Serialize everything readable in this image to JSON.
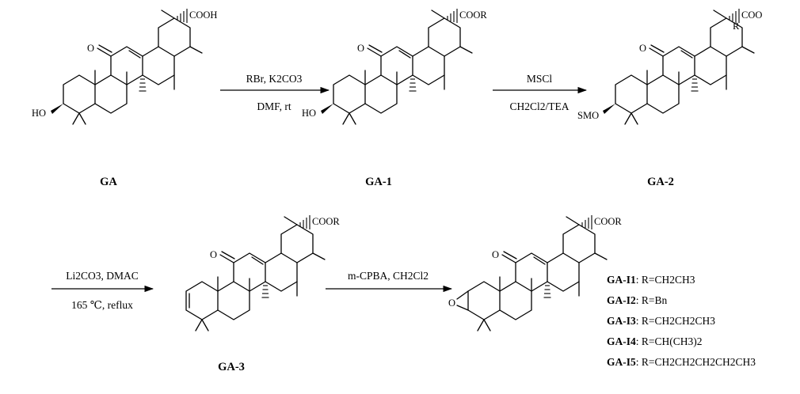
{
  "compounds": {
    "ga": {
      "label": "GA",
      "ester_group": "COOH",
      "substituent": "HO"
    },
    "ga1": {
      "label": "GA-1",
      "ester_group": "COOR",
      "substituent": "HO"
    },
    "ga2": {
      "label": "GA-2",
      "ester_group": "COO",
      "ester_r": "R",
      "substituent": "SMO"
    },
    "ga3": {
      "label": "GA-3",
      "ester_group": "COOR"
    },
    "gai": {
      "ester_group": "COOR",
      "substituent": "O"
    }
  },
  "steps": [
    {
      "reagents_top": "RBr, K2CO3",
      "conditions_bottom": "DMF, rt"
    },
    {
      "reagents_top": "MSCl",
      "conditions_bottom": "CH2Cl2/TEA"
    },
    {
      "reagents_top": "Li2CO3, DMAC",
      "conditions_bottom": "165 ℃, reflux"
    },
    {
      "reagents_top": "m-CPBA, CH2Cl2",
      "conditions_bottom": ""
    }
  ],
  "legend": [
    {
      "label": "GA-I1",
      "r_group": "R=CH2CH3"
    },
    {
      "label": "GA-I2",
      "r_group": "R=Bn"
    },
    {
      "label": "GA-I3",
      "r_group": "R=CH2CH2CH3"
    },
    {
      "label": "GA-I4",
      "r_group": "R=CH(CH3)2"
    },
    {
      "label": "GA-I5",
      "r_group": "R=CH2CH2CH2CH2CH3"
    }
  ],
  "atom_labels": {
    "carbonyl_oxygen": "O",
    "methyl_hash": "···"
  }
}
